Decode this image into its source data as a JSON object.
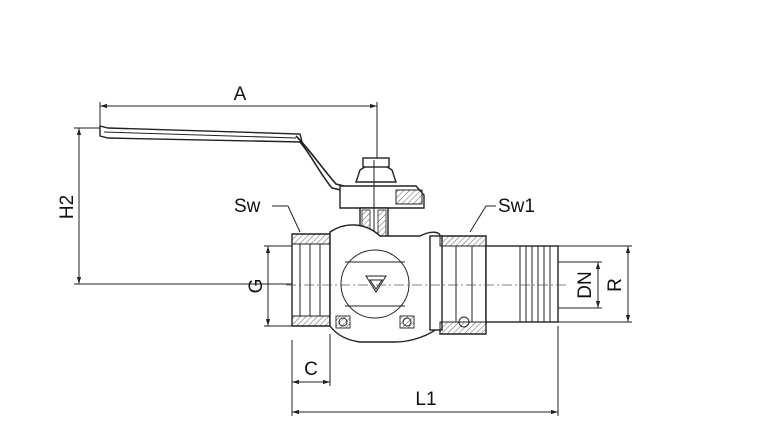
{
  "labels": {
    "A": "A",
    "H2": "H2",
    "Sw": "Sw",
    "Sw1": "Sw1",
    "G": "G",
    "DN": "DN",
    "R": "R",
    "C": "C",
    "L1": "L1"
  },
  "colors": {
    "line": "#222222",
    "background": "#ffffff"
  }
}
